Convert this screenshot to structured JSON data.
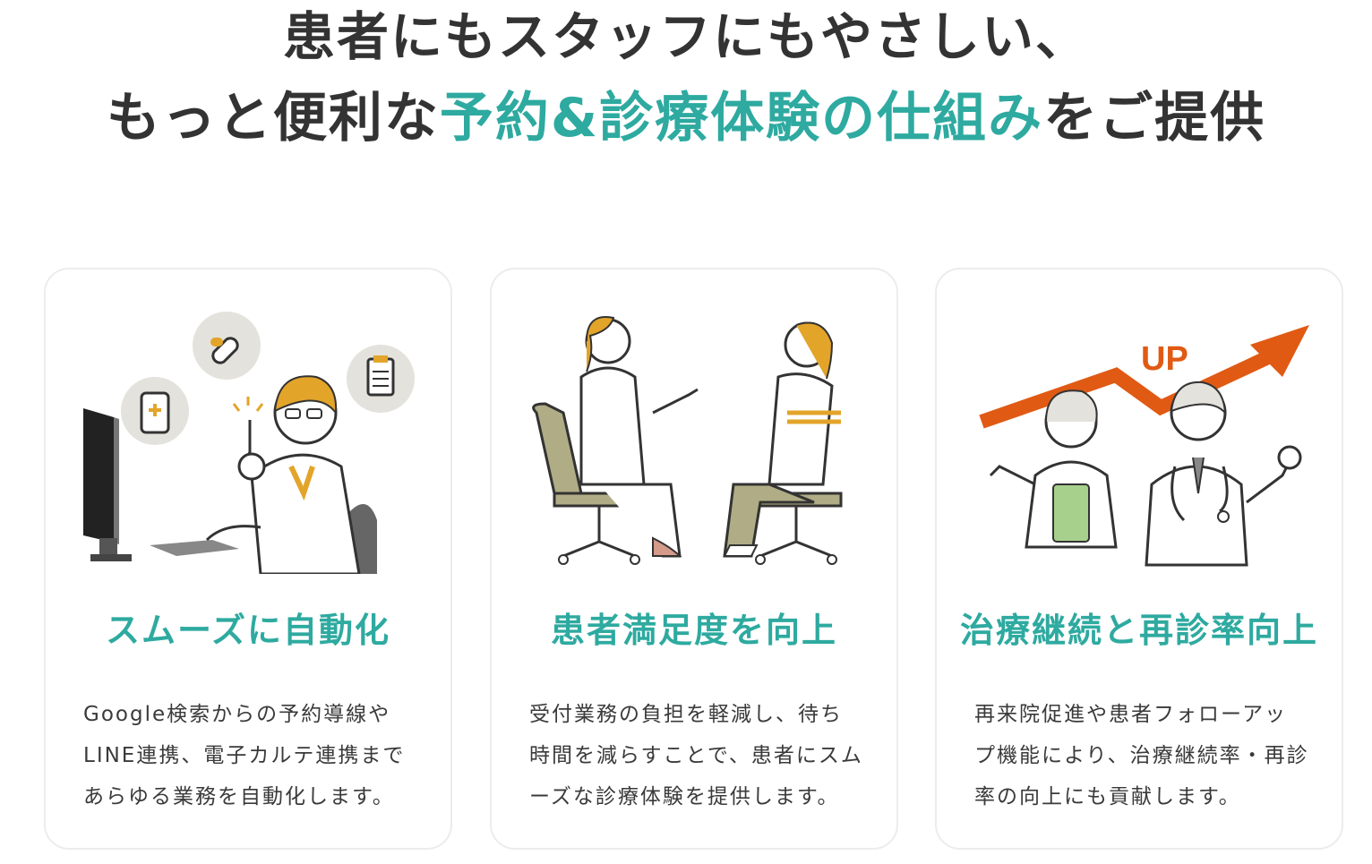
{
  "headline": {
    "line1": "患者にもスタッフにもやさしい、",
    "line2_prefix": "もっと便利な",
    "line2_accent": "予約&診療体験の仕組み",
    "line2_suffix": "をご提供"
  },
  "cards": [
    {
      "title": "スムーズに自動化",
      "desc": [
        "Google検索からの予約導線や",
        "LINE連携、電子カルテ連携まで",
        "あらゆる業務を自動化します。"
      ]
    },
    {
      "title": "患者満足度を向上",
      "desc": [
        "受付業務の負担を軽減し、待ち",
        "時間を減らすことで、患者にスム",
        "ーズな診療体験を提供します。"
      ]
    },
    {
      "title": "治療継続と再診率向上",
      "desc": [
        "再来院促進や患者フォローアッ",
        "プ機能により、治療継続率・再診",
        "率の向上にも貢献します。"
      ],
      "illustration_label": "UP"
    }
  ],
  "colors": {
    "accent": "#2eaaa0",
    "text": "#333333",
    "arrow": "#e05a14",
    "mustard": "#e3a42a",
    "olive": "#b0ad86"
  }
}
